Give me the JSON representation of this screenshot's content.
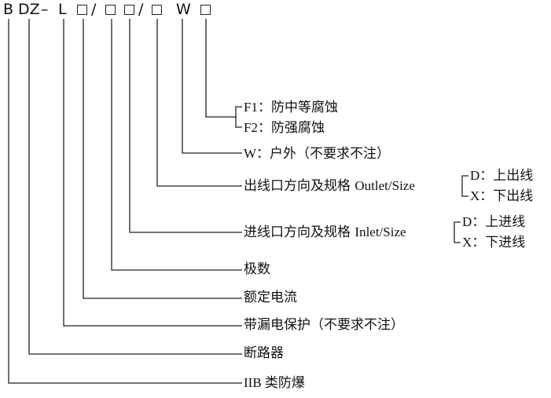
{
  "code": {
    "b": "B",
    "dz": "DZ",
    "dash": "–",
    "l": "L",
    "slash1": "/",
    "slash2": "/",
    "w": "W"
  },
  "labels": {
    "f1": "F1：防中等腐蚀",
    "f2": "F2：防强腐蚀",
    "w": "W：户外（不要求不注）",
    "outlet_cn": "出线口方向及规格",
    "outlet_en": "Outlet/Size",
    "outlet_d": "D：上出线",
    "outlet_x": "X：下出线",
    "inlet_cn": "进线口方向及规格",
    "inlet_en": "Inlet/Size",
    "inlet_d": "D：上进线",
    "inlet_x": "X：下进线",
    "poles": "极数",
    "rated_current": "额定电流",
    "leakage": "带漏电保护（不要求不注）",
    "breaker": "断路器",
    "explosion_proof": "IIB 类防爆"
  }
}
